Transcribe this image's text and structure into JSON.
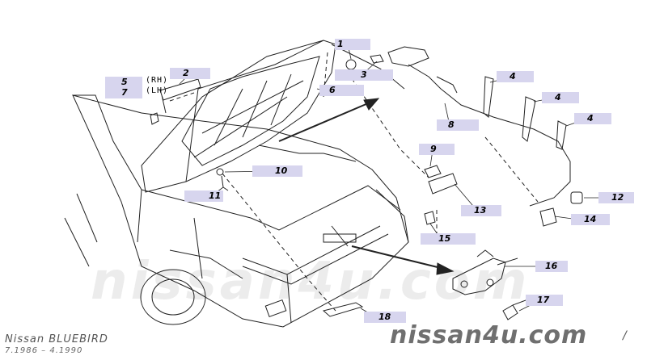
{
  "vehicle": {
    "model": "Nissan BLUEBIRD",
    "years": "7.1986 – 4.1990"
  },
  "brand": "nissan4u.com",
  "watermark": "nissan4u.com",
  "side_labels": {
    "rh": "(RH)",
    "lh": "(LH)"
  },
  "callouts": {
    "c1": "1",
    "c2": "2",
    "c3": "3",
    "c4a": "4",
    "c4b": "4",
    "c4c": "4",
    "c5": "5",
    "c6": "6",
    "c7": "7",
    "c8": "8",
    "c9": "9",
    "c10": "10",
    "c11": "11",
    "c12": "12",
    "c13": "13",
    "c14": "14",
    "c15": "15",
    "c16": "16",
    "c17": "17",
    "c18": "18"
  }
}
